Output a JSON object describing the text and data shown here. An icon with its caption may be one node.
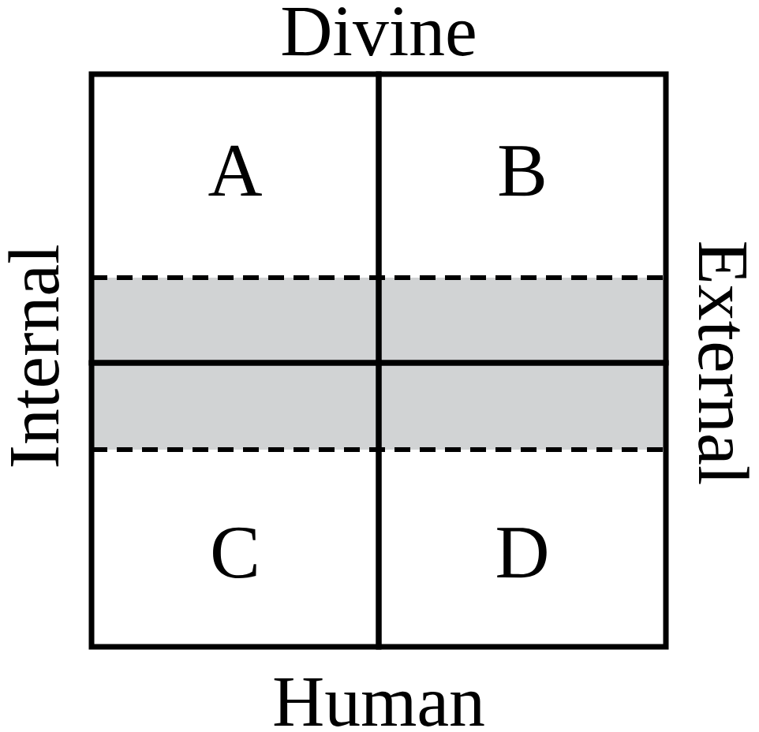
{
  "diagram": {
    "nodes": [
      {
        "text": [
          "A"
        ]
      },
      {
        "text": [
          "B"
        ]
      },
      {
        "text": [],
        "shape": "band"
      },
      {
        "text": [
          "C"
        ]
      },
      {
        "text": [
          "D"
        ]
      }
    ],
    "labels": [
      "Divine",
      "Internal",
      "External",
      "Human"
    ]
  }
}
